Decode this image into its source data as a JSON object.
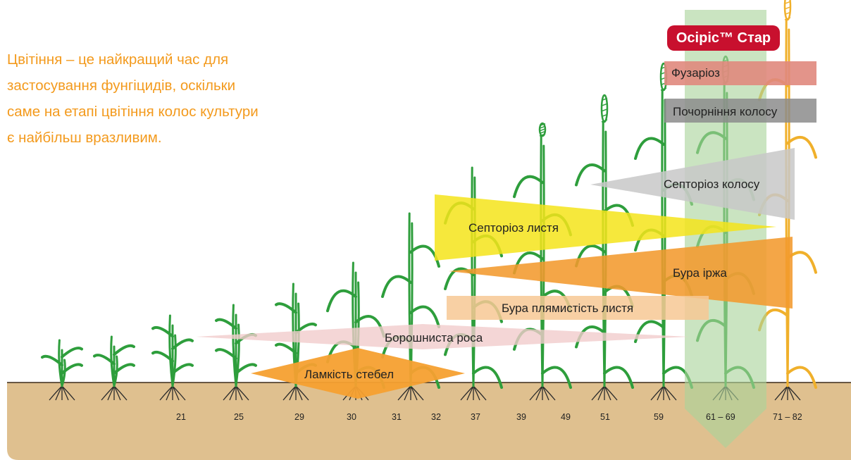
{
  "headline": [
    "Цвітіння – це найкращий час для",
    "застосування фунгіцидів, оскільки",
    "саме на етапі цвітіння колос культури",
    "є найбільш вразливим."
  ],
  "product_badge": "Осіріс™ Стар",
  "diseases": {
    "fusarium": "Фузаріоз",
    "ear_blackening": "Почорніння колосу",
    "ear_septoria": "Септоріоз колосу",
    "leaf_septoria": "Септоріоз листя",
    "brown_rust": "Бура іржа",
    "tan_spot": "Бура плямистість листя",
    "powdery_mildew": "Борошниста роса",
    "stem_break": "Ламкість стебел"
  },
  "growth_stages": [
    "21",
    "25",
    "29",
    "30",
    "31",
    "32",
    "37",
    "39",
    "49",
    "51",
    "59",
    "61 – 69",
    "71 – 82"
  ],
  "colors": {
    "headline": "#f39a1d",
    "badge": "#c8102e",
    "fusarium": "#e0887d",
    "ear_blackening": "#8c8c8c",
    "ear_septoria": "#c8c8c8",
    "leaf_septoria": "#f5e41a",
    "brown_rust": "#f29a2e",
    "tan_spot": "#f7c894",
    "powdery_mildew": "#f1cccc",
    "stem_break": "#f5a030",
    "soil": "#dfc08f",
    "flowering_band": "#a9d49b",
    "plant_green": "#2e9e3c",
    "plant_ripe": "#f0b02b"
  }
}
